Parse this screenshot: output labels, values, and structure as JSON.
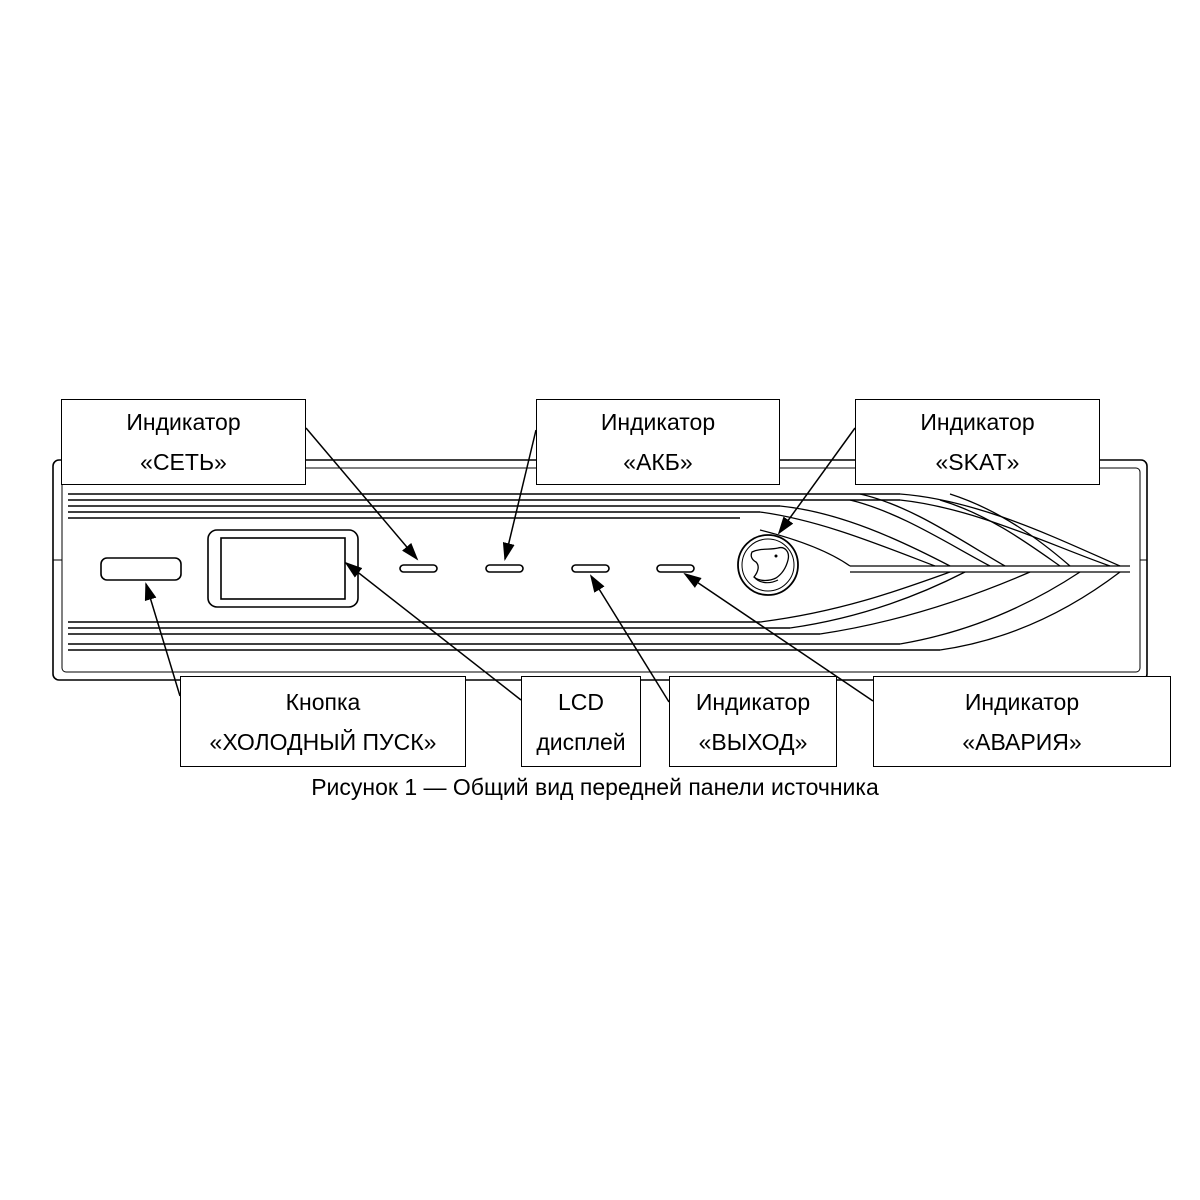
{
  "callouts": {
    "set": {
      "line1": "Индикатор",
      "line2": "«СЕТЬ»"
    },
    "akb": {
      "line1": "Индикатор",
      "line2": "«АКБ»"
    },
    "skat": {
      "line1": "Индикатор",
      "line2": "«SKAT»"
    },
    "cold_start": {
      "line1": "Кнопка",
      "line2": "«ХОЛОДНЫЙ ПУСК»"
    },
    "lcd": {
      "line1": "LCD",
      "line2": "дисплей"
    },
    "output": {
      "line1": "Индикатор",
      "line2": "«ВЫХОД»"
    },
    "alarm": {
      "line1": "Индикатор",
      "line2": "«АВАРИЯ»"
    }
  },
  "caption": "Рисунок 1 — Общий вид передней панели источника",
  "colors": {
    "line": "#000000",
    "background": "#ffffff"
  }
}
